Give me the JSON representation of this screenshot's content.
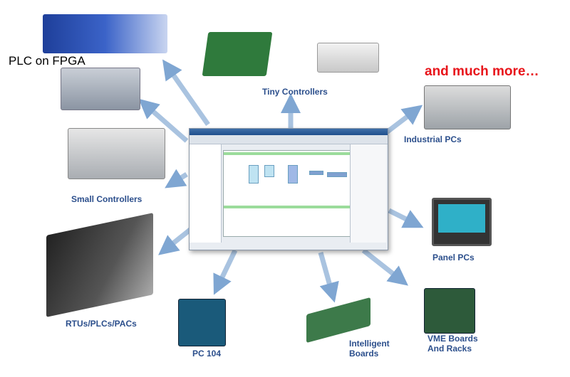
{
  "labels": {
    "plc_on_fpga": "PLC on FPGA",
    "tiny_controllers": "Tiny Controllers",
    "much_more": "and much more…",
    "industrial_pcs": "Industrial PCs",
    "small_controllers": "Small Controllers",
    "panel_pcs": "Panel PCs",
    "rtus": "RTUs/PLCs/PACs",
    "pc104": "PC 104",
    "intelligent_boards_1": "Intelligent",
    "intelligent_boards_2": "Boards",
    "vme_1": "VME Boards",
    "vme_2": "And Racks"
  },
  "colors": {
    "label": "#2c4f8c",
    "accent": "#e8141a",
    "arrow": "#a9c3e0"
  }
}
